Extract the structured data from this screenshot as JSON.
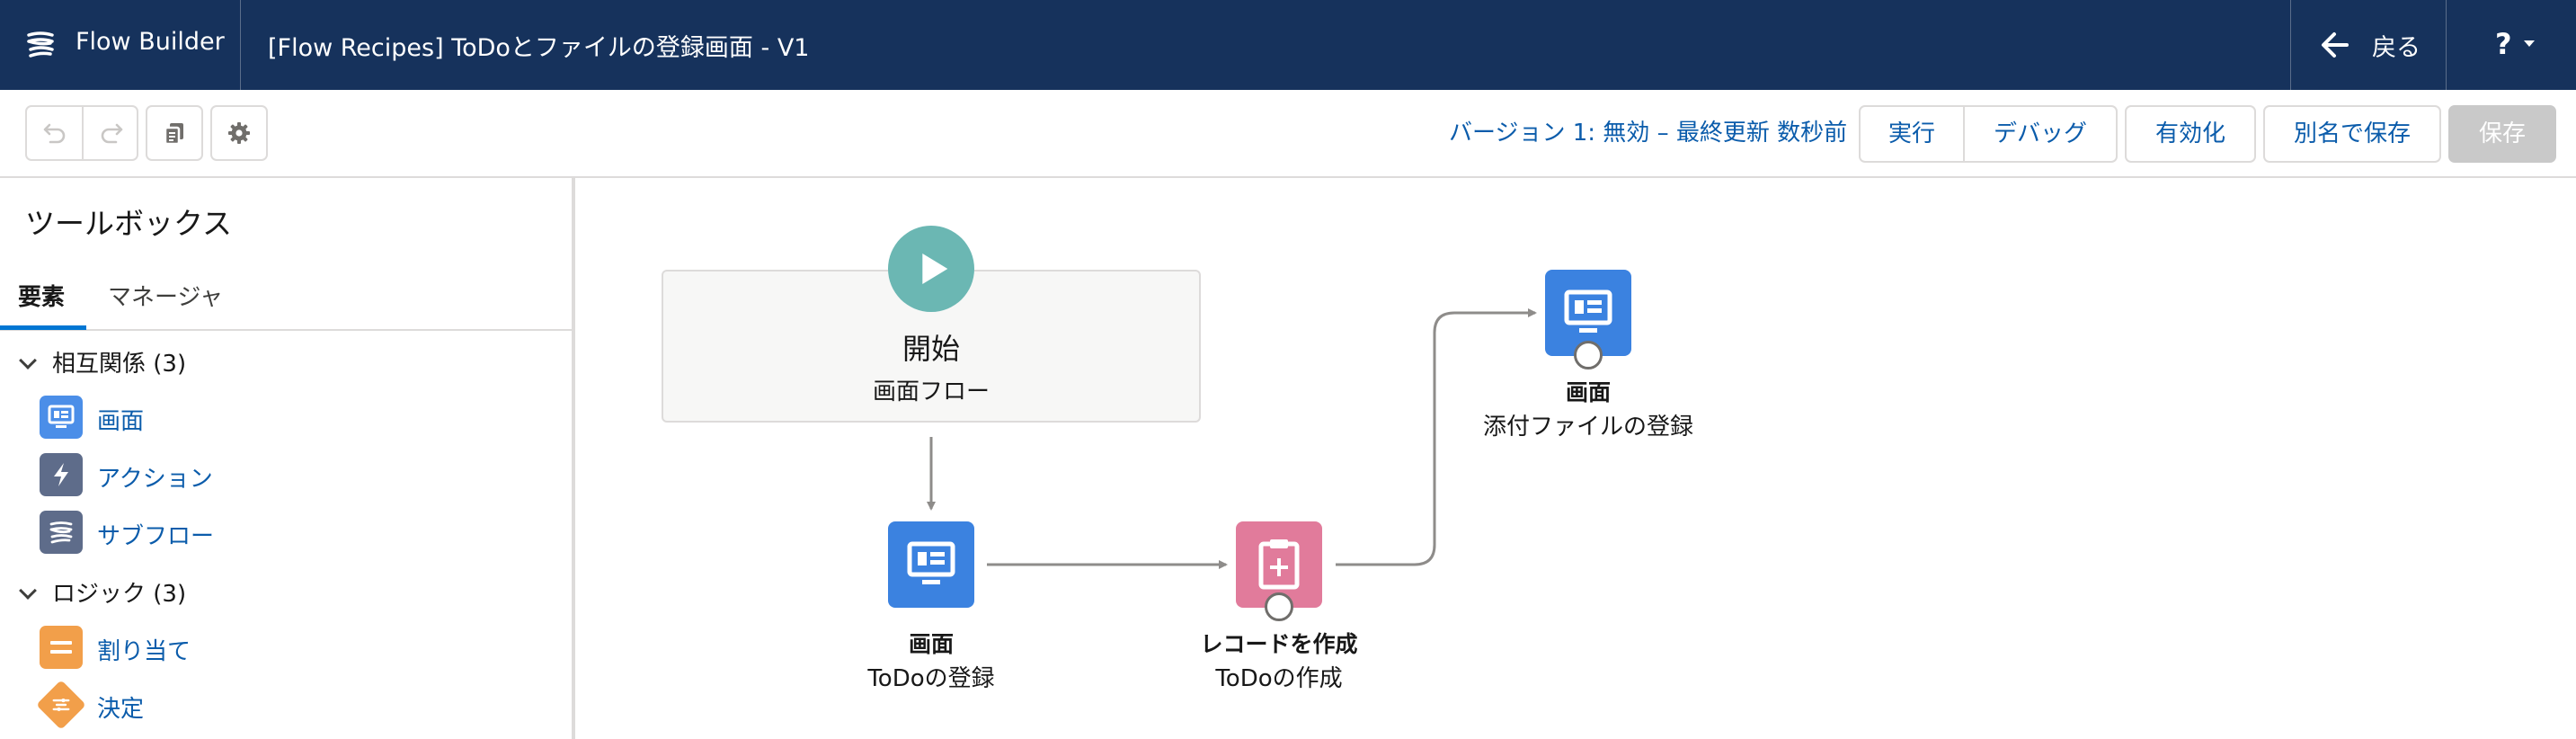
{
  "header": {
    "app_name": "Flow Builder",
    "flow_title": "[Flow Recipes] ToDoとファイルの登録画面 - V1",
    "back_label": "戻る",
    "help_label": "?"
  },
  "toolbar": {
    "version_status": "バージョン 1: 無効 – 最終更新 数秒前",
    "run_label": "実行",
    "debug_label": "デバッグ",
    "activate_label": "有効化",
    "save_as_label": "別名で保存",
    "save_label": "保存"
  },
  "sidebar": {
    "title": "ツールボックス",
    "tabs": [
      {
        "label": "要素",
        "active": true
      },
      {
        "label": "マネージャ",
        "active": false
      }
    ],
    "sections": [
      {
        "label": "相互関係 (3)",
        "items": [
          {
            "label": "画面",
            "icon": "screen-icon",
            "color": "#4b8ee8"
          },
          {
            "label": "アクション",
            "icon": "lightning-icon",
            "color": "#5e6c8a"
          },
          {
            "label": "サブフロー",
            "icon": "subflow-icon",
            "color": "#5e6c8a"
          }
        ]
      },
      {
        "label": "ロジック (3)",
        "items": [
          {
            "label": "割り当て",
            "icon": "assignment-icon",
            "color": "#f29f4a"
          },
          {
            "label": "決定",
            "icon": "decision-icon",
            "color": "#f29f4a"
          }
        ]
      }
    ]
  },
  "canvas": {
    "start": {
      "label": "開始",
      "sub": "画面フロー",
      "color": "#6bb7b3"
    },
    "nodes": [
      {
        "type": "画面",
        "name": "ToDoの登録",
        "icon": "screen-icon",
        "color": "#3b82e0"
      },
      {
        "type": "レコードを作成",
        "name": "ToDoの作成",
        "icon": "record-create-icon",
        "color": "#e17b9b"
      },
      {
        "type": "画面",
        "name": "添付ファイルの登録",
        "icon": "screen-icon",
        "color": "#3b82e0"
      }
    ]
  },
  "colors": {
    "header_bg": "#16325c",
    "link": "#0b5cab",
    "connector": "#706e6b"
  }
}
